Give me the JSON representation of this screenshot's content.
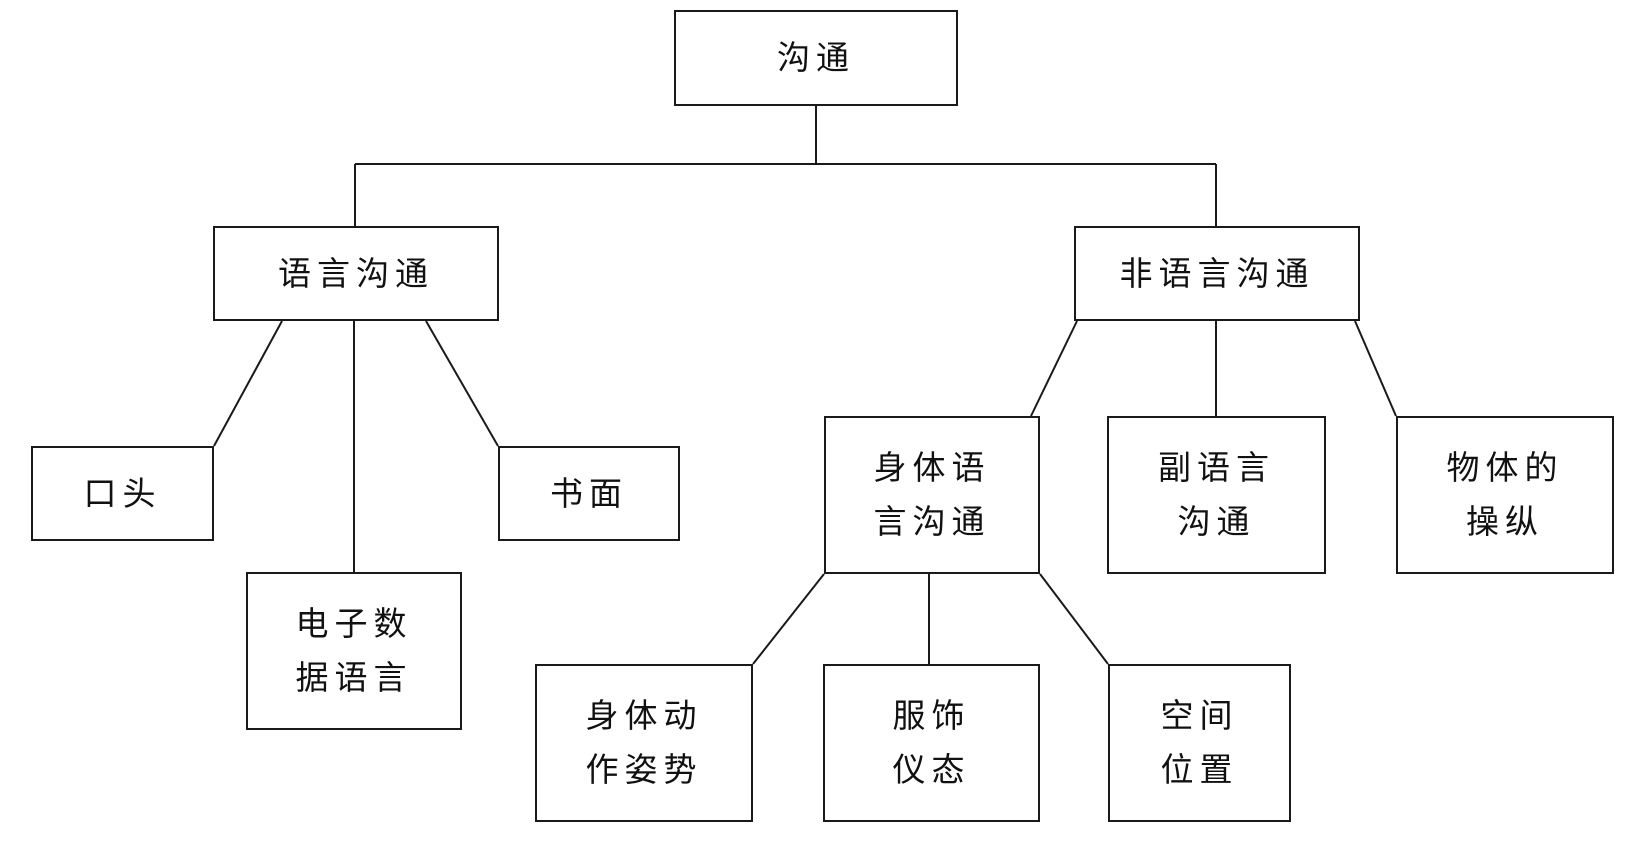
{
  "diagram": {
    "root": {
      "label": "沟通"
    },
    "verbal": {
      "label": "语言沟通",
      "children": [
        {
          "line1": "口头"
        },
        {
          "line1": "电子数",
          "line2": "据语言"
        },
        {
          "line1": "书面"
        }
      ]
    },
    "nonverbal": {
      "label": "非语言沟通",
      "children": [
        {
          "line1": "身体语",
          "line2": "言沟通",
          "children": [
            {
              "line1": "身体动",
              "line2": "作姿势"
            },
            {
              "line1": "服饰",
              "line2": "仪态"
            },
            {
              "line1": "空间",
              "line2": "位置"
            }
          ]
        },
        {
          "line1": "副语言",
          "line2": "沟通"
        },
        {
          "line1": "物体的",
          "line2": "操纵"
        }
      ]
    }
  }
}
